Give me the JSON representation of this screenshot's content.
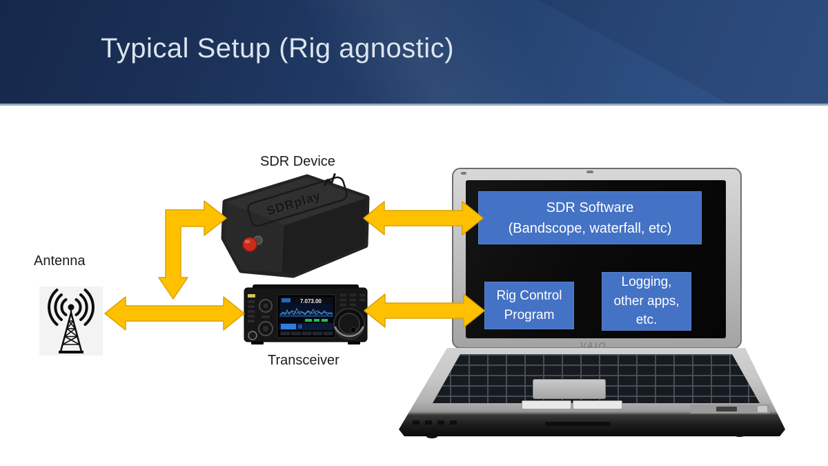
{
  "header": {
    "title": "Typical Setup (Rig agnostic)"
  },
  "diagram": {
    "sdr_device_label": "SDR Device",
    "antenna_label": "Antenna",
    "transceiver_label": "Transceiver",
    "sdr_device_logo": "SDRplay",
    "transceiver_frequency": "7.073.00",
    "laptop_brand": "VAIO",
    "screen_boxes": {
      "sdr_software": {
        "line1": "SDR Software",
        "line2": "(Bandscope, waterfall, etc)"
      },
      "rig_control": {
        "line1": "Rig Control",
        "line2": "Program"
      },
      "logging": {
        "line1": "Logging,",
        "line2": "other apps,",
        "line3": "etc."
      }
    }
  },
  "colors": {
    "arrow_fill": "#FFC000",
    "arrow_edge": "#D9A300",
    "screen_box_blue": "#4472C4",
    "screen_box_text": "#FFFFFF",
    "header_dark": "#16284A",
    "header_light": "#32558B",
    "antenna_icon_bg": "#F3F3F3"
  }
}
